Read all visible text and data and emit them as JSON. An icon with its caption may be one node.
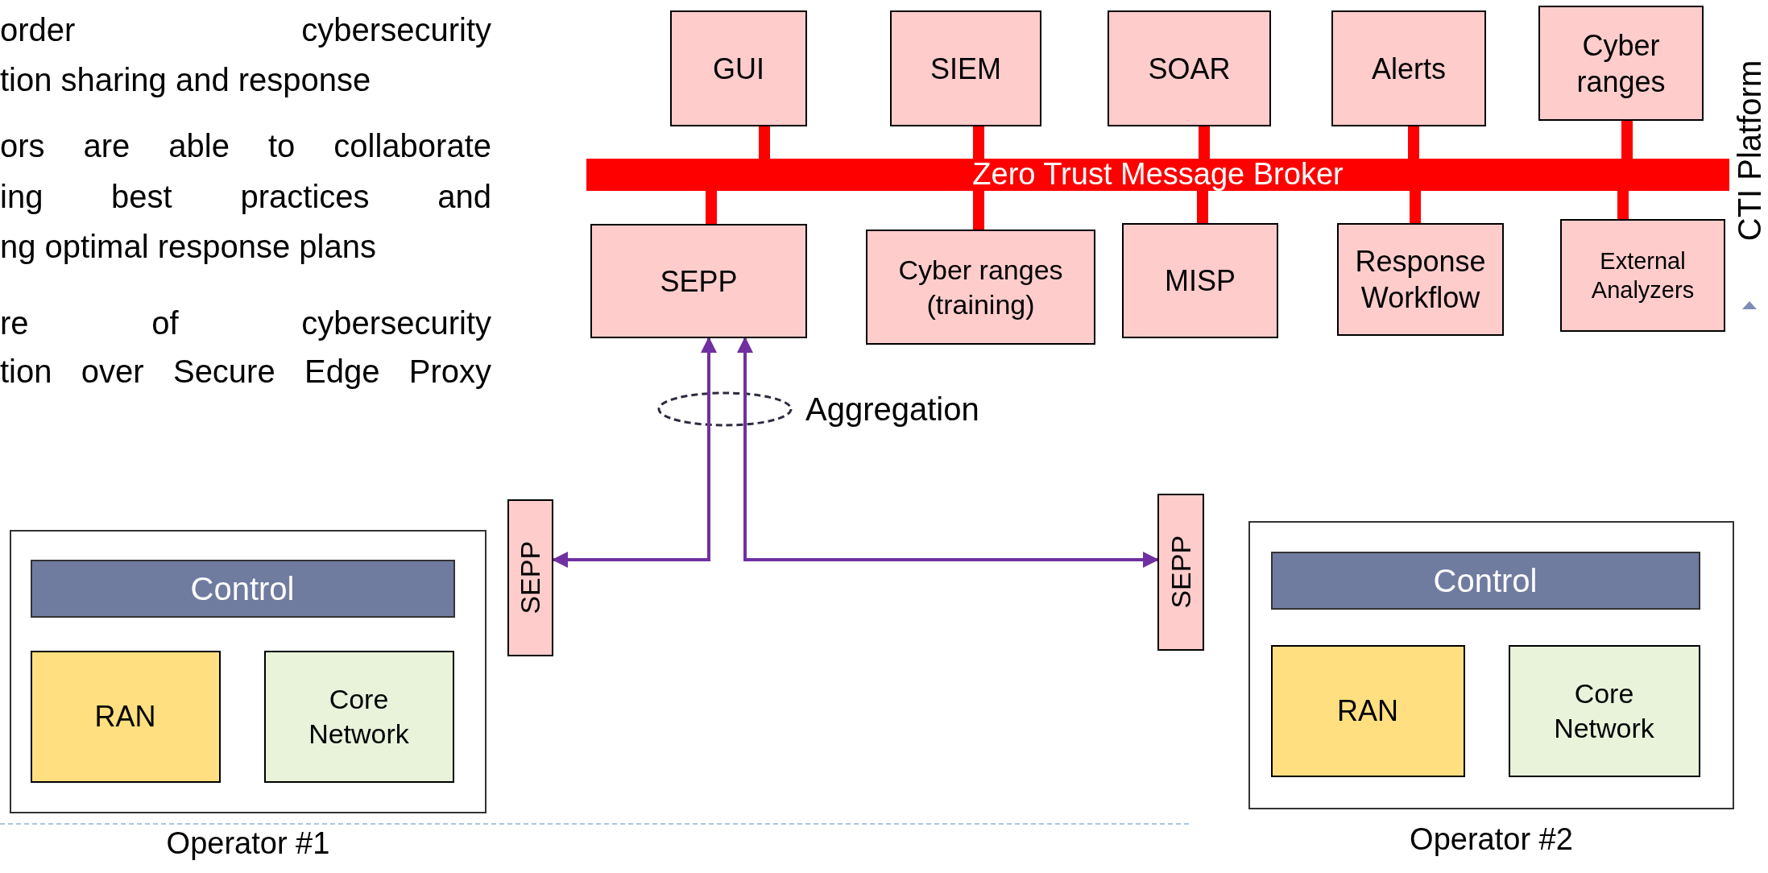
{
  "diagram": {
    "nodes": [
      {
        "text": [
          "GUI"
        ]
      },
      {
        "text": [
          "SIEM"
        ]
      },
      {
        "text": [
          "SOAR"
        ]
      },
      {
        "text": [
          "Alerts"
        ]
      },
      {
        "text": [
          "Cyber ranges"
        ]
      },
      {
        "text": [
          "Zero Trust Message Broker"
        ]
      },
      {
        "text": [
          "SEPP"
        ]
      },
      {
        "text": [
          "Cyber ranges (training)"
        ]
      },
      {
        "text": [
          "MISP"
        ]
      },
      {
        "text": [
          "Response Workflow"
        ]
      },
      {
        "text": [
          "External Analyzers"
        ]
      },
      {
        "text": [],
        "shape": "box",
        "beside": [
          "Operator #1"
        ]
      },
      {
        "text": [
          "Control"
        ],
        "in": 11
      },
      {
        "text": [
          "RAN"
        ],
        "in": 11
      },
      {
        "text": [
          "Core Network"
        ],
        "in": 11
      },
      {
        "text": [
          "SEPP"
        ]
      },
      {
        "text": [
          "SEPP"
        ]
      },
      {
        "text": [],
        "shape": "box",
        "beside": [
          "Operator #2"
        ]
      },
      {
        "text": [
          "Control"
        ],
        "in": 17
      },
      {
        "text": [
          "RAN"
        ],
        "in": 17
      },
      {
        "text": [
          "Core Network"
        ],
        "in": 17
      }
    ],
    "edges": [
      {
        "from": 0,
        "to": 5,
        "arrow": "none"
      },
      {
        "from": 1,
        "to": 5,
        "arrow": "none"
      },
      {
        "from": 2,
        "to": 5,
        "arrow": "none"
      },
      {
        "from": 3,
        "to": 5,
        "arrow": "none"
      },
      {
        "from": 4,
        "to": 5,
        "arrow": "none"
      },
      {
        "from": 5,
        "to": 6,
        "arrow": "none"
      },
      {
        "from": 5,
        "to": 7,
        "arrow": "none"
      },
      {
        "from": 5,
        "to": 8,
        "arrow": "none"
      },
      {
        "from": 5,
        "to": 9,
        "arrow": "none"
      },
      {
        "from": 5,
        "to": 10,
        "arrow": "none"
      },
      {
        "from": 15,
        "to": 6,
        "arrow": "both",
        "color": "#7030a0"
      },
      {
        "from": 6,
        "to": 16,
        "arrow": "both",
        "color": "#7030a0"
      }
    ],
    "labels": [
      "order cybersecurity",
      "tion sharing and response",
      "ors are able to collaborate",
      "ing best practices and",
      "ng optimal response plans",
      "re of cybersecurity",
      "tion over Secure Edge Proxy",
      "Aggregation",
      "CTI Platform"
    ]
  }
}
